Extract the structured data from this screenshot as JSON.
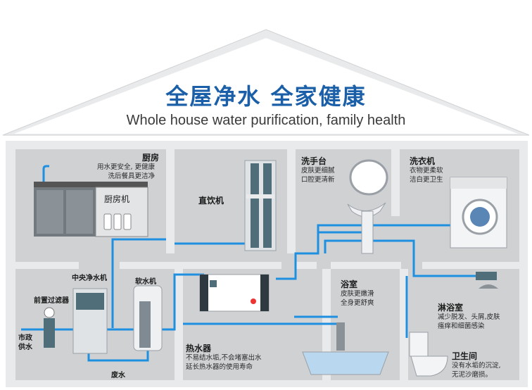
{
  "header": {
    "title_cn": "全屋净水 全家健康",
    "title_en": "Whole house water purification, family health"
  },
  "rooms": {
    "kitchen": {
      "title": "厨房",
      "desc": "用水更安全, 更健康\n洗后餐具更洁净",
      "appliance": "厨房机"
    },
    "direct_drink": {
      "title": "直饮机"
    },
    "basin": {
      "title": "洗手台",
      "desc": "皮肤更细腻\n口腔更清新"
    },
    "washer": {
      "title": "洗衣机",
      "desc": "衣物更柔软\n洁白更卫生"
    },
    "central_purifier": {
      "title": "中央净水机"
    },
    "softener": {
      "title": "软水机"
    },
    "prefilter": {
      "title": "前置过滤器"
    },
    "municipal": {
      "title": "市政\n供水"
    },
    "waste": {
      "title": "废水"
    },
    "bathroom": {
      "title": "浴室",
      "desc": "皮肤更嫩滑\n全身更舒爽"
    },
    "shower": {
      "title": "淋浴室",
      "desc": "减少脱发、头屑,皮肤\n瘙痒和细菌感染"
    },
    "heater": {
      "title": "热水器",
      "desc": "不易结水垢,不会堵塞出水\n延长热水器的使用寿命"
    },
    "toilet": {
      "title": "卫生间",
      "desc": "没有水垢的沉淀,\n无泥沙磨损。"
    }
  },
  "colors": {
    "wall": "#e9eaeb",
    "wall_inner": "#cfd1d3",
    "pipe": "#1f8fe0",
    "title": "#1a5fa8"
  }
}
